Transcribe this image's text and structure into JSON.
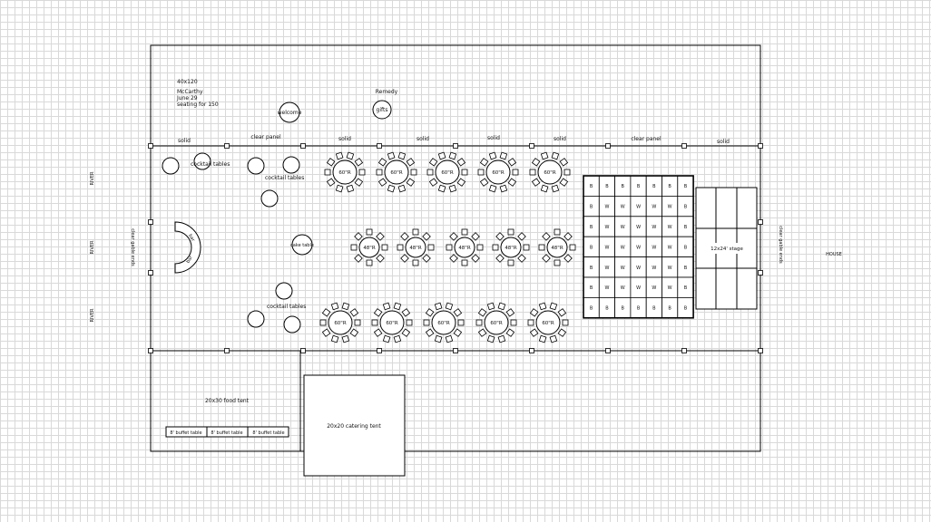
{
  "tent_size": "40x120",
  "client": "McCarthy",
  "date": "June 29",
  "seating": "seating for 150",
  "entrance": {
    "welcome": "welcome",
    "gifts": "gifts",
    "remedy": "Remedy"
  },
  "wall_panels": [
    "solid",
    "clear panel",
    "solid",
    "solid",
    "solid",
    "solid",
    "clear panel",
    "solid"
  ],
  "side_labels": {
    "river_top": "RIVER",
    "river_mid": "RIVER",
    "river_bottom": "RIVER",
    "house": "HOUSE",
    "clear_gable_left": "clear gable ends",
    "clear_gable_right": "clear gable ends"
  },
  "cocktail_label": "cocktail tables",
  "bar_labels": {
    "top": "bar",
    "bottom": "bar"
  },
  "cake_table": "cake table",
  "round_60": "60\"R",
  "round_48": "48\"R",
  "stage": "12x24' stage",
  "dance_floor": {
    "rows": [
      [
        "B",
        "B",
        "B",
        "B",
        "B",
        "B",
        "B"
      ],
      [
        "B",
        "W",
        "W",
        "W",
        "W",
        "W",
        "B"
      ],
      [
        "B",
        "W",
        "W",
        "W",
        "W",
        "W",
        "B"
      ],
      [
        "B",
        "W",
        "W",
        "W",
        "W",
        "W",
        "B"
      ],
      [
        "B",
        "W",
        "W",
        "W",
        "W",
        "W",
        "B"
      ],
      [
        "B",
        "W",
        "W",
        "W",
        "W",
        "W",
        "B"
      ],
      [
        "B",
        "B",
        "B",
        "B",
        "B",
        "B",
        "B"
      ]
    ]
  },
  "food_tent": "20x30 food tent",
  "catering_tent": "20x20 catering tent",
  "buffet_tables": [
    "8' buffet table",
    "8' buffet table",
    "8' buffet table"
  ]
}
